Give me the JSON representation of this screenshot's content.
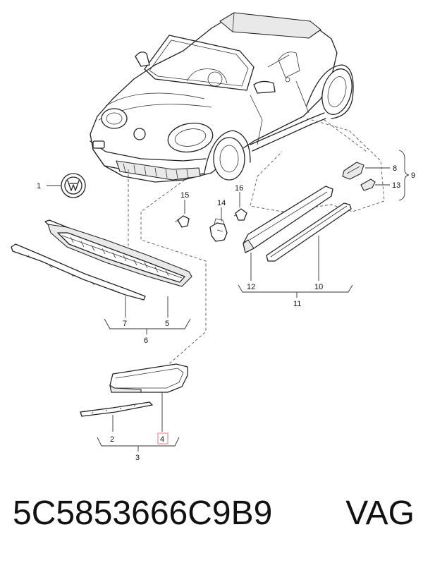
{
  "diagram": {
    "callouts": {
      "c1": "1",
      "c2": "2",
      "c3": "3",
      "c4": "4",
      "c5": "5",
      "c6": "6",
      "c7": "7",
      "c8": "8",
      "c9": "9",
      "c10": "10",
      "c11": "11",
      "c12": "12",
      "c13": "13",
      "c14": "14",
      "c15": "15",
      "c16": "16"
    },
    "highlight_color": "#e8a0a8"
  },
  "caption": {
    "part_number": "5C5853666C9B9",
    "brand": "VAG"
  }
}
